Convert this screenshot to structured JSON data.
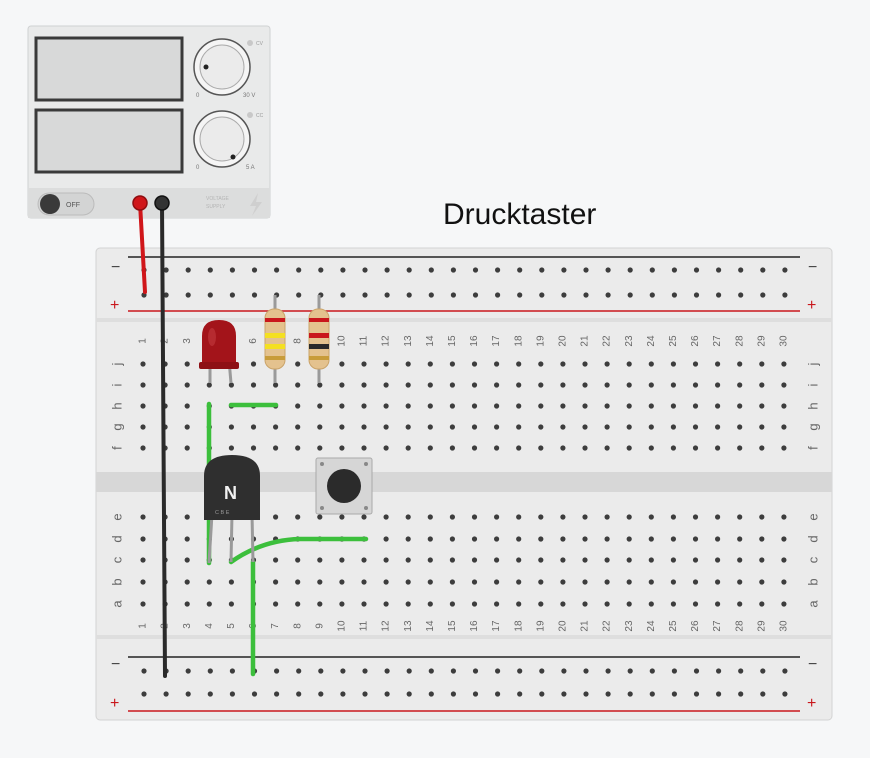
{
  "title": "Drucktaster",
  "power_supply": {
    "voltage_min": "0",
    "voltage_max": "30 V",
    "current_min": "0",
    "current_max": "5 A",
    "cv_label": "CV",
    "cc_label": "CC",
    "switch_label": "OFF",
    "brand_line1": "VOLTAGE",
    "brand_line2": "SUPPLY"
  },
  "breadboard": {
    "rail_minus": "−",
    "rail_plus": "+",
    "upper_rows": [
      "j",
      "i",
      "h",
      "g",
      "f"
    ],
    "lower_rows": [
      "e",
      "d",
      "c",
      "b",
      "a"
    ],
    "columns": [
      "1",
      "2",
      "3",
      "4",
      "5",
      "6",
      "7",
      "8",
      "9",
      "10",
      "11",
      "12",
      "13",
      "14",
      "15",
      "16",
      "17",
      "18",
      "19",
      "20",
      "21",
      "22",
      "23",
      "24",
      "25",
      "26",
      "27",
      "28",
      "29",
      "30"
    ]
  },
  "transistor": {
    "label": "N",
    "pins": "C B E"
  },
  "colors": {
    "wire_green": "#3cbf3c",
    "wire_red": "#d0161a",
    "wire_black": "#2a2a2a",
    "led_red": "#a3141a",
    "rail_red": "#c9171c"
  }
}
